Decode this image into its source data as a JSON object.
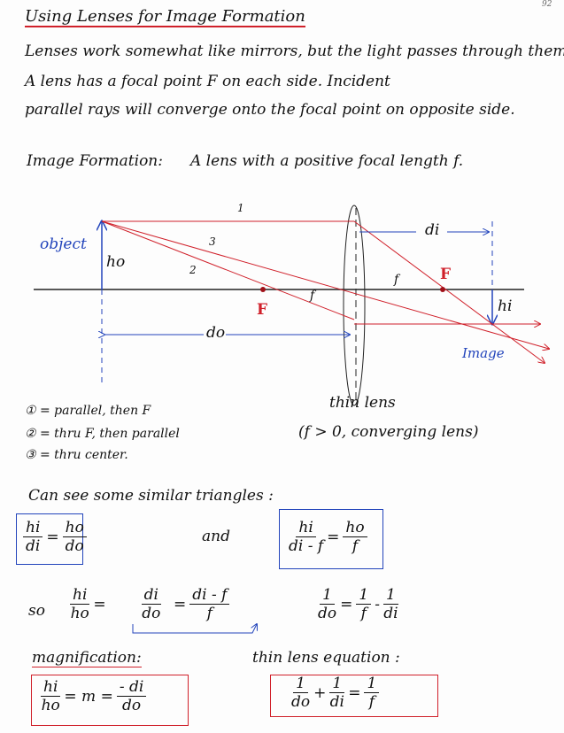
{
  "page_number": "92",
  "title": "Using Lenses for Image Formation",
  "intro_lines": [
    "Lenses work somewhat like mirrors, but the light passes through them!",
    "A lens has a focal point F on each side. Incident",
    "parallel rays will converge onto the focal point on opposite side."
  ],
  "subheading": "Image Formation:",
  "subheading_desc": "A lens with a positive focal length f.",
  "diagram": {
    "object": "object",
    "ho": "ho",
    "hi": "hi",
    "do": "do",
    "di": "di",
    "F_left": "F",
    "F_right": "F",
    "f_left": "f",
    "f_right": "f",
    "image": "Image",
    "ray1": "1",
    "ray2": "2",
    "ray3": "3"
  },
  "legend": [
    "① = parallel, then F",
    "② = thru F, then parallel",
    "③ = thru center."
  ],
  "lens_label": "thin lens",
  "lens_note": "(f > 0, converging lens)",
  "similar": "Can see some similar triangles :",
  "eq": {
    "hi": "hi",
    "di": "di",
    "ho": "ho",
    "do": "do",
    "and": "and",
    "di_minus_f": "di - f",
    "f": "f",
    "so": "so",
    "one": "1",
    "equals": "=",
    "minus": "-",
    "plus": "+",
    "m": "m",
    "neg_di": "- di"
  },
  "magnification": "magnification:",
  "thin_lens_eq": "thin lens equation :"
}
